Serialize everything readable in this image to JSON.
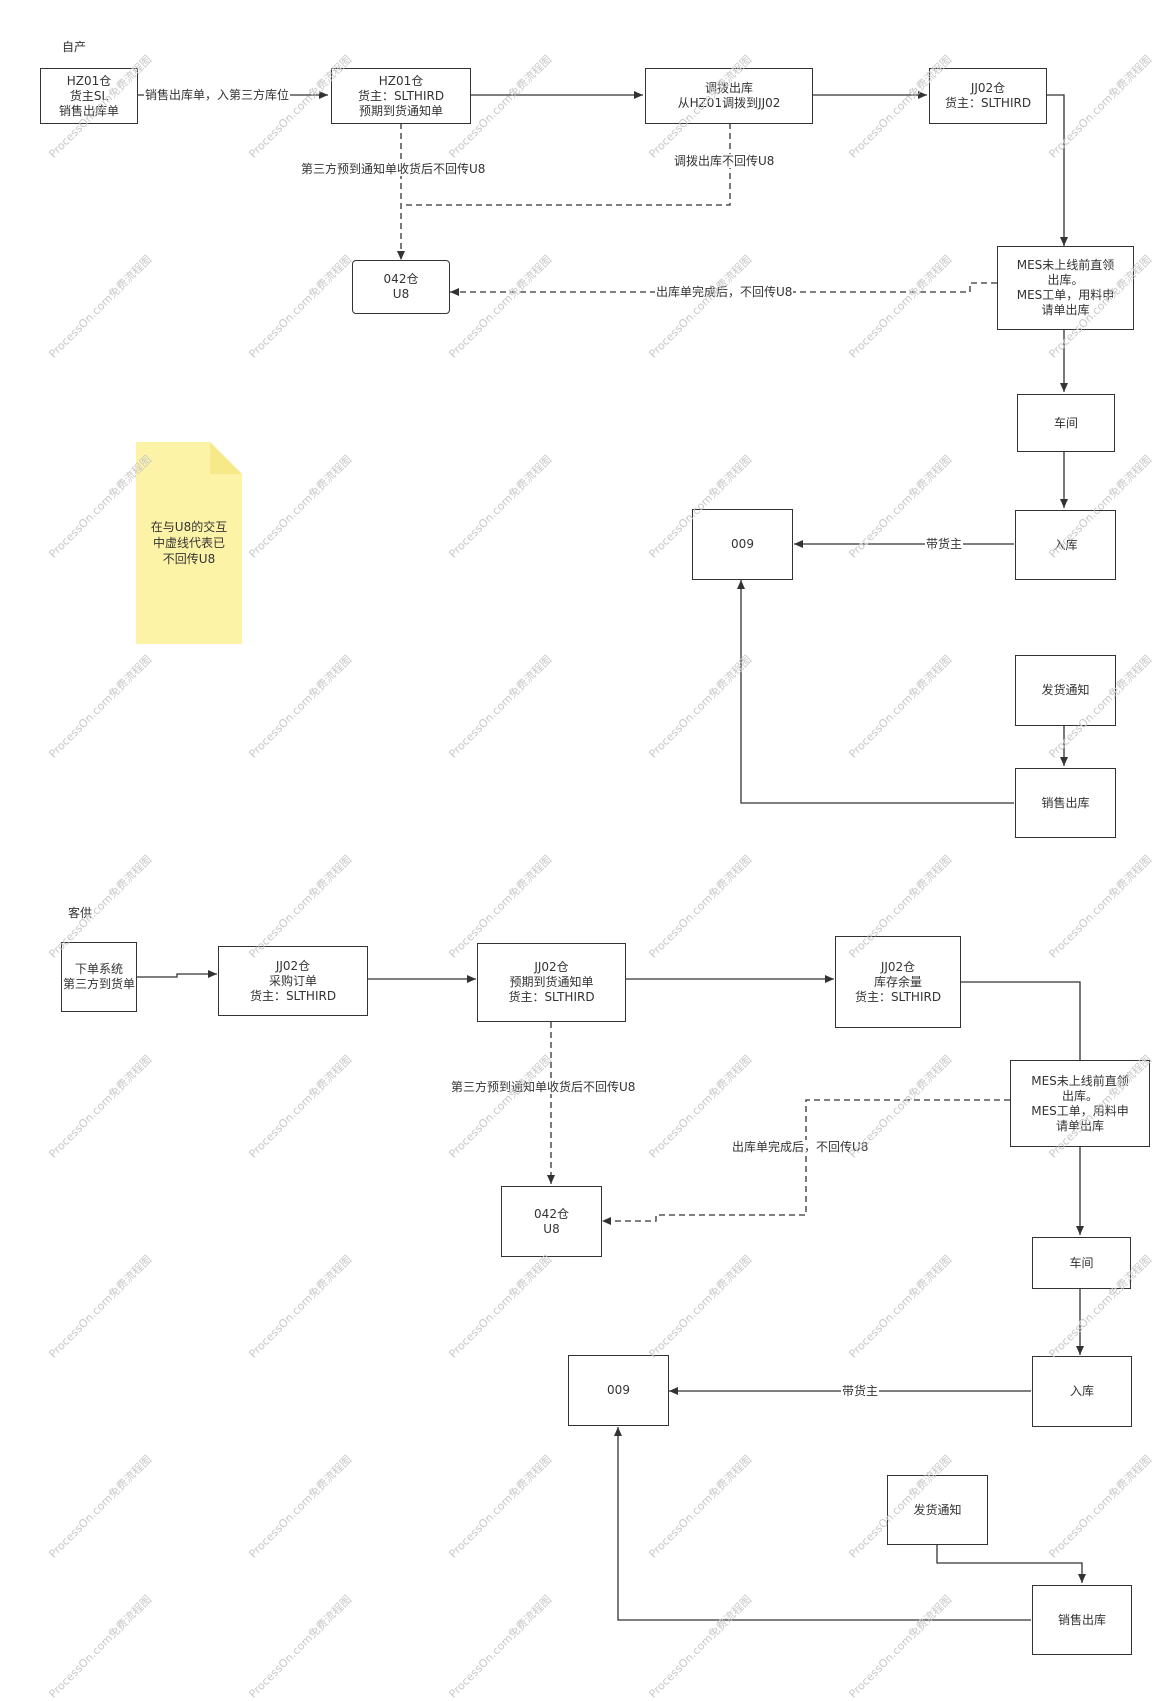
{
  "sections": {
    "self_produced": "自产",
    "customer_supplied": "客供"
  },
  "note": {
    "text": "在与U8的交互\n中虚线代表已\n不回传U8"
  },
  "top": {
    "hz01_sl": "HZ01仓\n货主SL\n销售出库单",
    "hz01_slthird": "HZ01仓\n货主：SLTHIRD\n预期到货通知单",
    "transfer_out": "调拨出库\n从HZ01调拨到JJ02",
    "jj02": "JJ02仓\n货主：SLTHIRD",
    "wh042": "042仓\nU8",
    "mes": "MES未上线前直领\n出库。\nMES工单，用料申\n请单出库",
    "workshop": "车间",
    "inbound": "入库",
    "wh009": "009",
    "ship_notice": "发货通知",
    "sales_out": "销售出库",
    "edges": {
      "sale_to_third": "销售出库单，入第三方库位",
      "third_no_return": "第三方预到通知单收货后不回传U8",
      "transfer_no_return": "调拨出库不回传U8",
      "outbound_done": "出库单完成后，不回传U8",
      "with_owner": "带货主"
    }
  },
  "bottom": {
    "order_system": "下单系统\n第三方到货单",
    "jj02_po": "JJ02仓\n采购订单\n货主：SLTHIRD",
    "jj02_asn": "JJ02仓\n预期到货通知单\n货主：SLTHIRD",
    "jj02_stock": "JJ02仓\n库存余量\n货主：SLTHIRD",
    "mes": "MES未上线前直领\n出库。\nMES工单，用料申\n请单出库",
    "wh042": "042仓\nU8",
    "workshop": "车间",
    "inbound": "入库",
    "wh009": "009",
    "ship_notice": "发货通知",
    "sales_out": "销售出库",
    "edges": {
      "third_no_return": "第三方预到通知单收货后不回传U8",
      "outbound_done": "出库单完成后，不回传U8",
      "with_owner": "带货主"
    }
  },
  "watermark": "ProcessOn.com免费流程图"
}
